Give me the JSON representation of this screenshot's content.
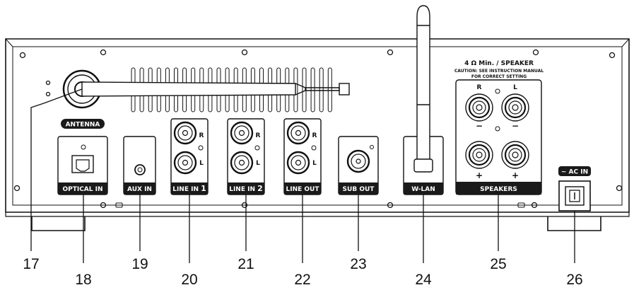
{
  "colors": {
    "outline": "#111111",
    "label_bg": "#1a1a1a",
    "label_fg": "#ffffff",
    "background": "#ffffff"
  },
  "labels": {
    "antenna": "ANTENNA",
    "optical_in": "OPTICAL IN",
    "aux_in": "AUX IN",
    "line_in_1_text": "LINE IN ",
    "line_in_1_num": "1",
    "line_in_2_text": "LINE IN ",
    "line_in_2_num": "2",
    "line_out": "LINE OUT",
    "sub_out": "SUB OUT",
    "w_lan": "W-LAN",
    "speakers": "SPEAKERS",
    "ac_in": "~ AC IN"
  },
  "speaker_spec": {
    "impedance": "4 Ω Min. / SPEAKER",
    "caution_line1": "CAUTION: SEE INSTRUCTION MANUAL",
    "caution_line2": "FOR CORRECT SETTING"
  },
  "channel_marks": {
    "r": "R",
    "l": "L",
    "minus": "−",
    "plus": "+"
  },
  "callouts": [
    "17",
    "18",
    "19",
    "20",
    "21",
    "22",
    "23",
    "24",
    "25",
    "26"
  ]
}
